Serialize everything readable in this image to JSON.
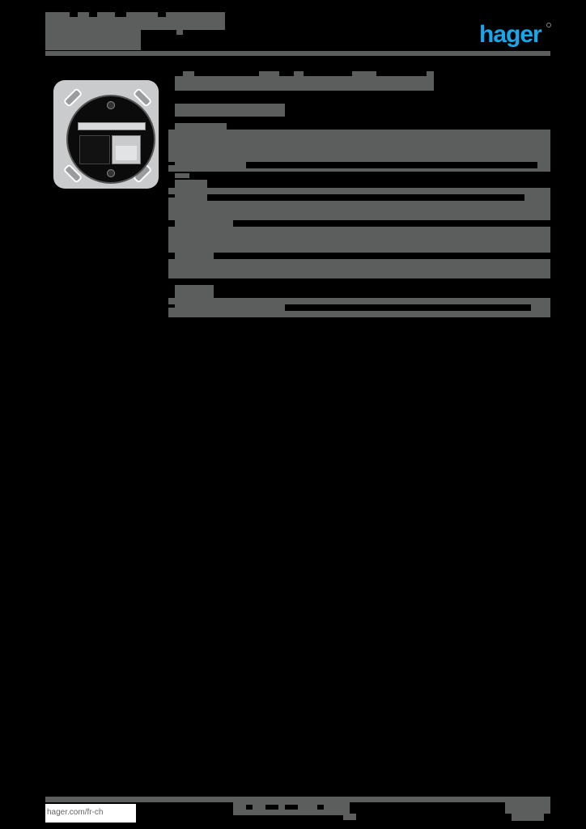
{
  "header": {
    "title_line1": "[redacted]",
    "title_line2": "[redacted]",
    "subtitle": "[redacted]",
    "logo": {
      "text": "hager",
      "color": "#1aa6ea"
    }
  },
  "product": {
    "image_alt": "RJ45 data socket insert with label strip",
    "heading": "[redacted]",
    "subheading": "[redacted]"
  },
  "spec_sections": [
    {
      "label": "[redacted]",
      "rows": [
        "[redacted]",
        "[redacted]"
      ]
    },
    {
      "label": "[redacted]",
      "rows": [
        "[redacted]",
        "[redacted]"
      ]
    },
    {
      "label": "[redacted]",
      "rows": [
        "[redacted]",
        "[redacted]"
      ]
    },
    {
      "label": "[redacted]",
      "rows": [
        "[redacted]"
      ]
    }
  ],
  "footer": {
    "url": "hager.com/fr-ch",
    "center_text": "[redacted]",
    "page_ref": "[redacted]"
  },
  "colors": {
    "background": "#000000",
    "redaction_gray": "#5c5d5d",
    "brand": "#1aa6ea"
  }
}
